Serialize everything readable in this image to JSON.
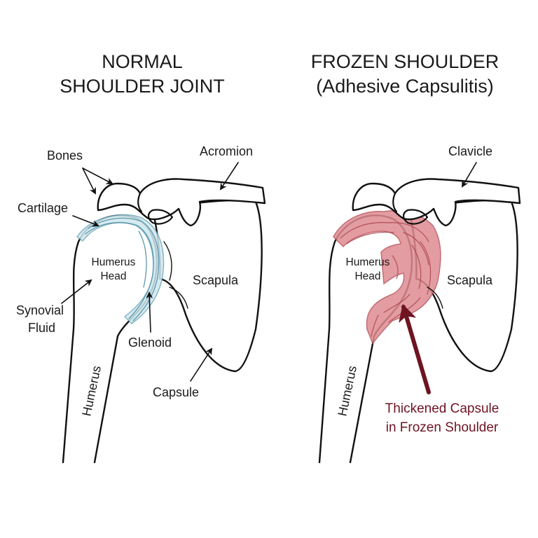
{
  "panels": {
    "normal": {
      "title_line1": "NORMAL",
      "title_line2": "SHOULDER JOINT",
      "labels": {
        "bones": "Bones",
        "acromion": "Acromion",
        "cartilage": "Cartilage",
        "humerus_head_1": "Humerus",
        "humerus_head_2": "Head",
        "scapula": "Scapula",
        "synovial_1": "Synovial",
        "synovial_2": "Fluid",
        "glenoid": "Glenoid",
        "capsule": "Capsule",
        "humerus": "Humerus"
      }
    },
    "frozen": {
      "title_line1": "FROZEN SHOULDER",
      "title_line2": "(Adhesive Capsulitis)",
      "labels": {
        "clavicle": "Clavicle",
        "humerus_head_1": "Humerus",
        "humerus_head_2": "Head",
        "scapula": "Scapula",
        "humerus": "Humerus",
        "thickened_1": "Thickened Capsule",
        "thickened_2": "in Frozen Shoulder"
      }
    }
  },
  "colors": {
    "capsule_normal": "#cfe7ef",
    "capsule_frozen": "#df8b91",
    "arrow_frozen": "#6e1422"
  }
}
